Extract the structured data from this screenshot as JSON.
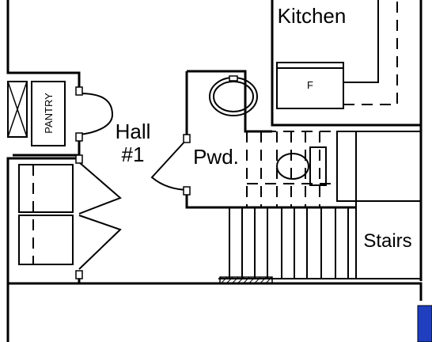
{
  "rooms": {
    "kitchen": "Kitchen",
    "hall": "Hall",
    "hall_number": "#1",
    "powder": "Pwd.",
    "stairs": "Stairs",
    "pantry": "PANTRY",
    "fridge": "F"
  },
  "colors": {
    "walls": "#000000",
    "background": "#ffffff",
    "marker": "#1f3fbf"
  }
}
